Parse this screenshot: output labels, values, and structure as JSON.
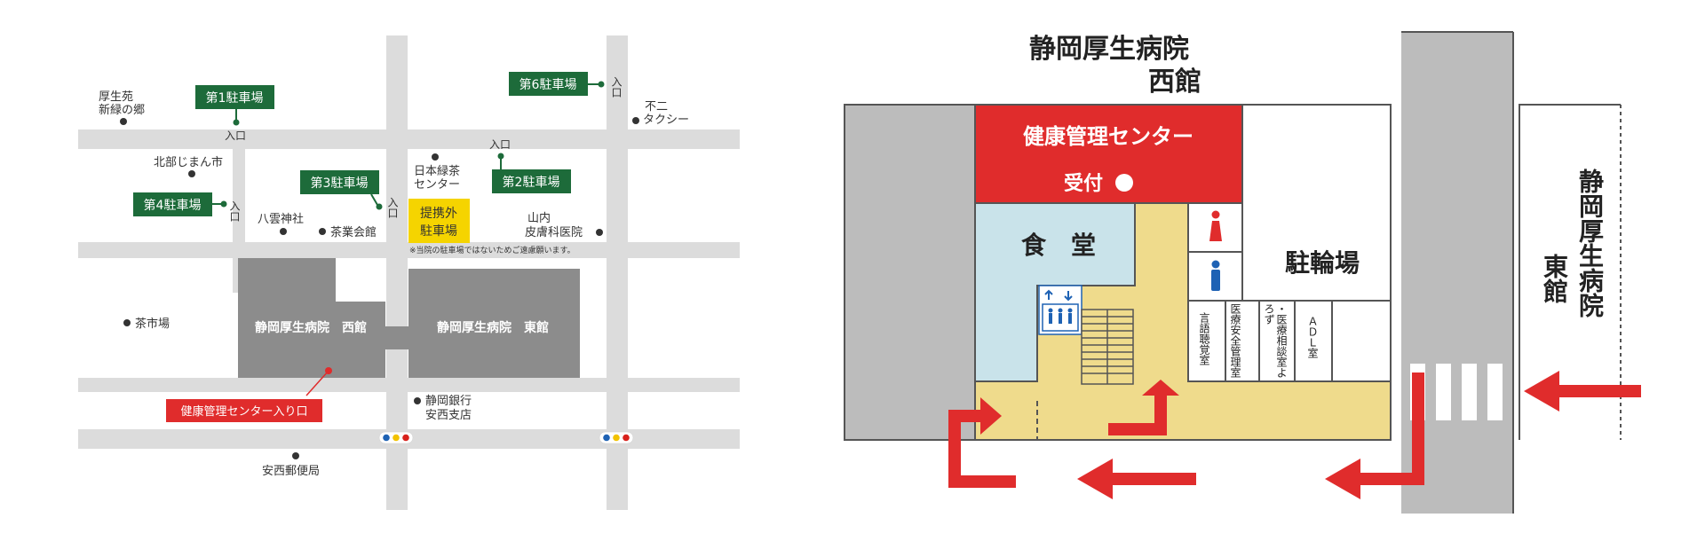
{
  "street_map": {
    "landmarks": {
      "kouseien": "厚生苑",
      "shinryoku": "新緑の郷",
      "kitabe": "北部じまん市",
      "yakumo": "八雲神社",
      "chagyo": "茶業会館",
      "nihon_ryokucha_1": "日本緑茶",
      "nihon_ryokucha_2": "センター",
      "yamauchi_1": "山内",
      "yamauchi_2": "皮膚科医院",
      "fuji_taxi_1": "不二",
      "fuji_taxi_2": "タクシー",
      "chaichiba": "茶市場",
      "shizuoka_bank_1": "静岡銀行",
      "shizuoka_bank_2": "安西支店",
      "post_office": "安西郵便局"
    },
    "parking": {
      "p1": "第1駐車場",
      "p2": "第2駐車場",
      "p3": "第3駐車場",
      "p4": "第4駐車場",
      "p6": "第6駐車場"
    },
    "entrance_label": "入口",
    "partner_lot_1": "提携外",
    "partner_lot_2": "駐車場",
    "partner_note": "※当院の駐車場ではないためご遠慮願います。",
    "west_building": "静岡厚生病院　西館",
    "east_building": "静岡厚生病院　東館",
    "center_entrance": "健康管理センター入り口"
  },
  "floor_plan": {
    "title_line1": "静岡厚生病院",
    "title_line2": "西館",
    "center_name": "健康管理センター",
    "reception": "受付",
    "cafeteria": "食　堂",
    "bicycle_parking": "駐輪場",
    "east_building_vertical": "静岡厚生病院東館",
    "rooms": [
      "言語聴覚室",
      "医療安全管理室",
      "・医療相談室よろず",
      "ＡＤＬ室"
    ]
  },
  "colors": {
    "road": "#dcdcdc",
    "building": "#8c8c8c",
    "parking_green": "#1d6b3a",
    "partner_yellow": "#f5d400",
    "accent_red": "#e02c2c",
    "cafeteria_blue": "#c9e3ea",
    "corridor_yellow": "#efdb8c",
    "gray_block": "#bcbcbc"
  },
  "icons": [
    "restroom-female-icon",
    "restroom-male-icon",
    "elevator-icon",
    "stairs-icon",
    "traffic-light-icon",
    "direction-arrow-icon"
  ]
}
